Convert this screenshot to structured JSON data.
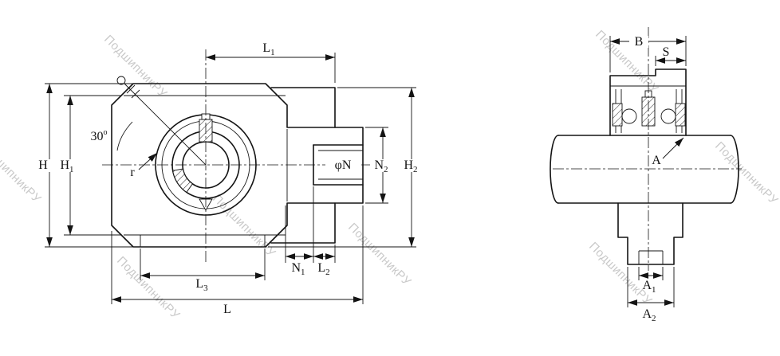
{
  "drawing": {
    "watermark_text": "ПодшипникРУ"
  },
  "left_view": {
    "labels": {
      "H": {
        "t": "H",
        "sub": ""
      },
      "H1": {
        "t": "H",
        "sub": "1"
      },
      "L1": {
        "t": "L",
        "sub": "1"
      },
      "angle": {
        "t": "30",
        "sup": "o"
      },
      "r": {
        "t": "r",
        "sub": ""
      },
      "phiN": {
        "t": "φN",
        "sub": ""
      },
      "N2": {
        "t": "N",
        "sub": "2"
      },
      "H2": {
        "t": "H",
        "sub": "2"
      },
      "N1": {
        "t": "N",
        "sub": "1"
      },
      "L2": {
        "t": "L",
        "sub": "2"
      },
      "L3": {
        "t": "L",
        "sub": "3"
      },
      "L": {
        "t": "L",
        "sub": ""
      }
    }
  },
  "right_view": {
    "labels": {
      "B": {
        "t": "B",
        "sub": ""
      },
      "S": {
        "t": "S",
        "sub": ""
      },
      "A": {
        "t": "A",
        "sub": ""
      },
      "A1": {
        "t": "A",
        "sub": "1"
      },
      "A2": {
        "t": "A",
        "sub": "2"
      }
    }
  }
}
